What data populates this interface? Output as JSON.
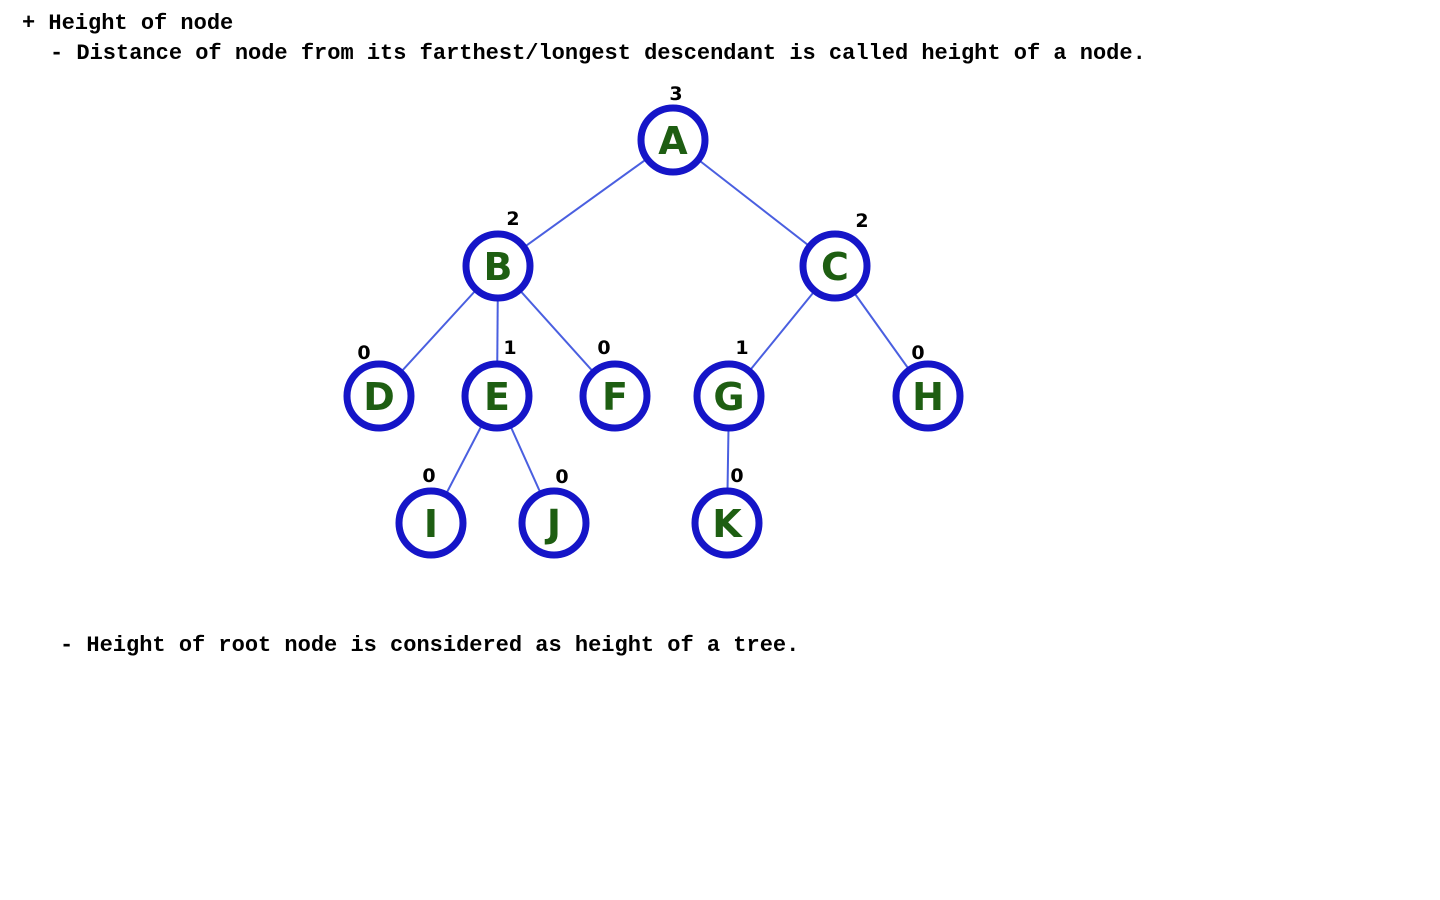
{
  "notes": {
    "heading": "+ Height of node",
    "definition": "- Distance of node from its farthest/longest descendant is called height of a node.",
    "root_note": "- Height of root node is considered as height of a tree."
  },
  "colors": {
    "node_ring": "#1515c8",
    "node_label": "#1e5e12",
    "edge": "#4a5fe0",
    "height_label": "#000000"
  },
  "tree": {
    "nodes": [
      {
        "id": "A",
        "label": "A",
        "height": "3"
      },
      {
        "id": "B",
        "label": "B",
        "height": "2"
      },
      {
        "id": "C",
        "label": "C",
        "height": "2"
      },
      {
        "id": "D",
        "label": "D",
        "height": "0"
      },
      {
        "id": "E",
        "label": "E",
        "height": "1"
      },
      {
        "id": "F",
        "label": "F",
        "height": "0"
      },
      {
        "id": "G",
        "label": "G",
        "height": "1"
      },
      {
        "id": "H",
        "label": "H",
        "height": "0"
      },
      {
        "id": "I",
        "label": "I",
        "height": "0"
      },
      {
        "id": "J",
        "label": "J",
        "height": "0"
      },
      {
        "id": "K",
        "label": "K",
        "height": "0"
      }
    ],
    "edges": [
      {
        "from": "A",
        "to": "B"
      },
      {
        "from": "A",
        "to": "C"
      },
      {
        "from": "B",
        "to": "D"
      },
      {
        "from": "B",
        "to": "E"
      },
      {
        "from": "B",
        "to": "F"
      },
      {
        "from": "C",
        "to": "G"
      },
      {
        "from": "C",
        "to": "H"
      },
      {
        "from": "E",
        "to": "I"
      },
      {
        "from": "E",
        "to": "J"
      },
      {
        "from": "G",
        "to": "K"
      }
    ]
  }
}
